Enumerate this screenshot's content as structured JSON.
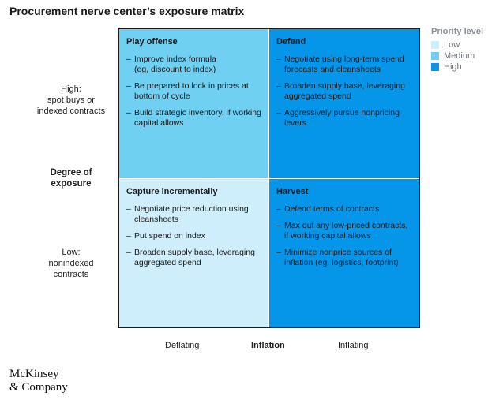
{
  "title": "Procurement nerve center’s exposure matrix",
  "legend": {
    "title": "Priority level",
    "items": [
      {
        "label": "Low",
        "color": "#cfeefb"
      },
      {
        "label": "Medium",
        "color": "#6fd0f2"
      },
      {
        "label": "High",
        "color": "#0596ea"
      }
    ]
  },
  "y_axis": {
    "high_label": "High:\nspot buys or\nindexed contracts",
    "title": "Degree of\nexposure",
    "low_label": "Low:\nnonindexed\ncontracts"
  },
  "x_axis": {
    "left_label": "Deflating",
    "title": "Inflation",
    "right_label": "Inflating"
  },
  "quadrants": {
    "top_left": {
      "title": "Play offense",
      "priority": "Medium",
      "color": "#6fd0f2",
      "items": [
        "Improve index formula\n(eg, discount to index)",
        "Be prepared to lock in prices at bottom of cycle",
        "Build strategic inventory, if working capital allows"
      ]
    },
    "top_right": {
      "title": "Defend",
      "priority": "High",
      "color": "#0596ea",
      "items": [
        "Negotiate using long-term spend forecasts and cleansheets",
        "Broaden supply base, leveraging aggregated spend",
        "Aggressively pursue nonpricing levers"
      ]
    },
    "bottom_left": {
      "title": "Capture incrementally",
      "priority": "Low",
      "color": "#cfeefb",
      "items": [
        "Negotiate price reduction using cleansheets",
        "Put spend on index",
        "Broaden supply base, leveraging aggregated spend"
      ]
    },
    "bottom_right": {
      "title": "Harvest",
      "priority": "High",
      "color": "#0596ea",
      "items": [
        "Defend terms of contracts",
        "Max out any low-priced contracts, if working capital allows",
        "Minimize nonprice sources of inflation (eg, logistics, footprint)"
      ]
    }
  },
  "logo": {
    "line1": "McKinsey",
    "line2": "& Company"
  }
}
